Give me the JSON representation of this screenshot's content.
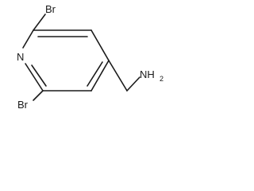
{
  "structure": {
    "atoms": {
      "br_top": "Br",
      "nitrogen": "N",
      "br_bottom": "Br",
      "amine_n": "NH",
      "amine_h_count": "2"
    },
    "colors": {
      "bond": "#1a1a1a",
      "label": "#1a1a1a",
      "background": "#ffffff"
    }
  }
}
